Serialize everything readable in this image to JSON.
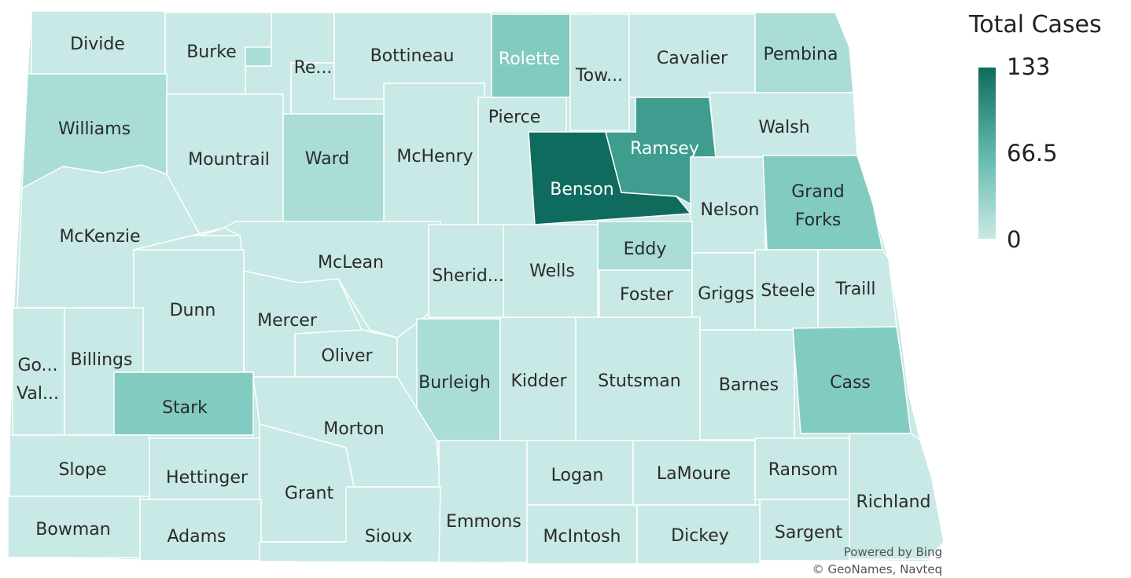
{
  "legend": {
    "title": "Total Cases",
    "max": "133",
    "mid": "66.5",
    "min": "0"
  },
  "credits": {
    "powered_by": "Powered by Bing",
    "copyright": "© GeoNames, Navteq"
  },
  "colors": {
    "c0": "#c8e9e5",
    "c1": "#a9ddd6",
    "c2": "#82cbc1",
    "c3": "#5fb8ab",
    "c4": "#3f9d8f",
    "c5": "#0f6b5d"
  },
  "counties": {
    "divide": "Divide",
    "burke": "Burke",
    "renville": "Re...",
    "bottineau": "Bottineau",
    "rolette": "Rolette",
    "towner": "Tow...",
    "cavalier": "Cavalier",
    "pembina": "Pembina",
    "williams": "Williams",
    "mountrail": "Mountrail",
    "ward": "Ward",
    "mchenry": "McHenry",
    "pierce": "Pierce",
    "benson": "Benson",
    "ramsey": "Ramsey",
    "walsh": "Walsh",
    "nelson": "Nelson",
    "grandforks1": "Grand",
    "grandforks2": "Forks",
    "mckenzie": "McKenzie",
    "mclean": "McLean",
    "sheridan": "Sherid...",
    "wells": "Wells",
    "eddy": "Eddy",
    "foster": "Foster",
    "griggs": "Griggs",
    "steele": "Steele",
    "traill": "Traill",
    "dunn": "Dunn",
    "mercer": "Mercer",
    "golden1": "Go...",
    "golden2": "Val...",
    "billings": "Billings",
    "oliver": "Oliver",
    "burleigh": "Burleigh",
    "kidder": "Kidder",
    "stutsman": "Stutsman",
    "barnes": "Barnes",
    "cass": "Cass",
    "stark": "Stark",
    "morton": "Morton",
    "slope": "Slope",
    "hettinger": "Hettinger",
    "grant": "Grant",
    "logan": "Logan",
    "lamoure": "LaMoure",
    "ransom": "Ransom",
    "richland": "Richland",
    "bowman": "Bowman",
    "adams": "Adams",
    "sioux": "Sioux",
    "emmons": "Emmons",
    "mcintosh": "McIntosh",
    "dickey": "Dickey",
    "sargent": "Sargent"
  }
}
